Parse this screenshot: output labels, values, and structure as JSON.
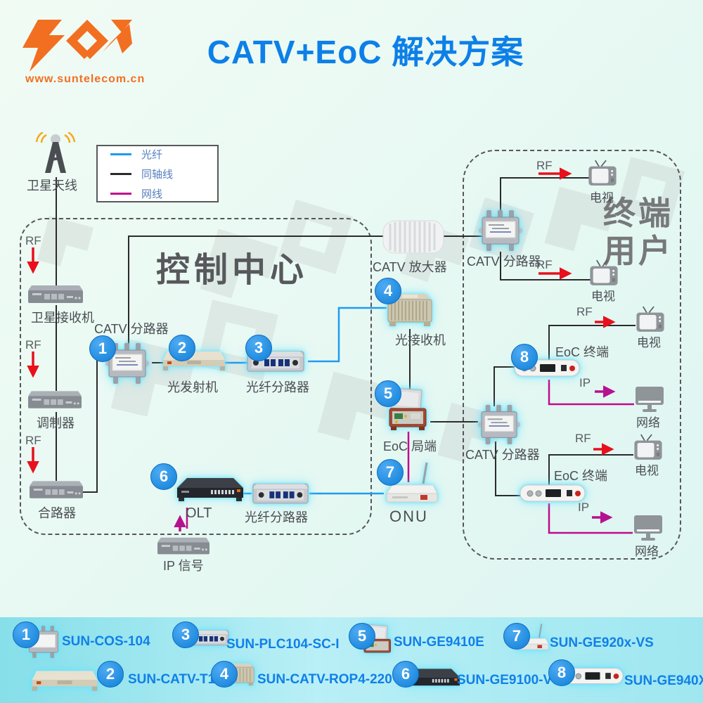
{
  "header": {
    "url": "www.suntelecom.cn",
    "title": "CATV+EoC 解决方案"
  },
  "legend": {
    "items": [
      {
        "label": "光纤",
        "color": "#1E9BF0"
      },
      {
        "label": "同轴线",
        "color": "#2B2B2B"
      },
      {
        "label": "网线",
        "color": "#C00A8C"
      }
    ]
  },
  "zones": {
    "control_center": "控制中心",
    "end_users_line1": "终端",
    "end_users_line2": "用户"
  },
  "labels": {
    "satellite_antenna": "卫星天线",
    "satellite_receiver": "卫星接收机",
    "modulator": "调制器",
    "combiner": "合路器",
    "catv_splitter": "CATV 分路器",
    "optical_transmitter": "光发射机",
    "fiber_splitter": "光纤分路器",
    "catv_amplifier": "CATV 放大器",
    "optical_receiver": "光接收机",
    "eoc_headend": "EoC 局端",
    "eoc_terminal": "EoC 终端",
    "olt": "OLT",
    "onu": "ONU",
    "ip_signal": "IP 信号",
    "tv": "电视",
    "network": "网络",
    "rf": "RF",
    "ip": "IP"
  },
  "badges": [
    "1",
    "2",
    "3",
    "4",
    "5",
    "6",
    "7",
    "8"
  ],
  "products": [
    {
      "num": "1",
      "name": "SUN-COS-104"
    },
    {
      "num": "2",
      "name": "SUN-CATV-T15"
    },
    {
      "num": "3",
      "name": "SUN-PLC104-SC-I"
    },
    {
      "num": "4",
      "name": "SUN-CATV-ROP4-220"
    },
    {
      "num": "5",
      "name": "SUN-GE9410E"
    },
    {
      "num": "6",
      "name": "SUN-GE9100-VS"
    },
    {
      "num": "7",
      "name": "SUN-GE920x-VS"
    },
    {
      "num": "8",
      "name": "SUN-GE940X"
    }
  ],
  "colors": {
    "title_blue": "#0D80E8",
    "logo_orange": "#F26F21",
    "fiber": "#1E9BF0",
    "coax": "#2B2B2B",
    "ethernet": "#C00A8C",
    "rf_arrow": "#E8101C",
    "badge_blue": "#1789E4",
    "product_name_blue": "#1080E8"
  }
}
